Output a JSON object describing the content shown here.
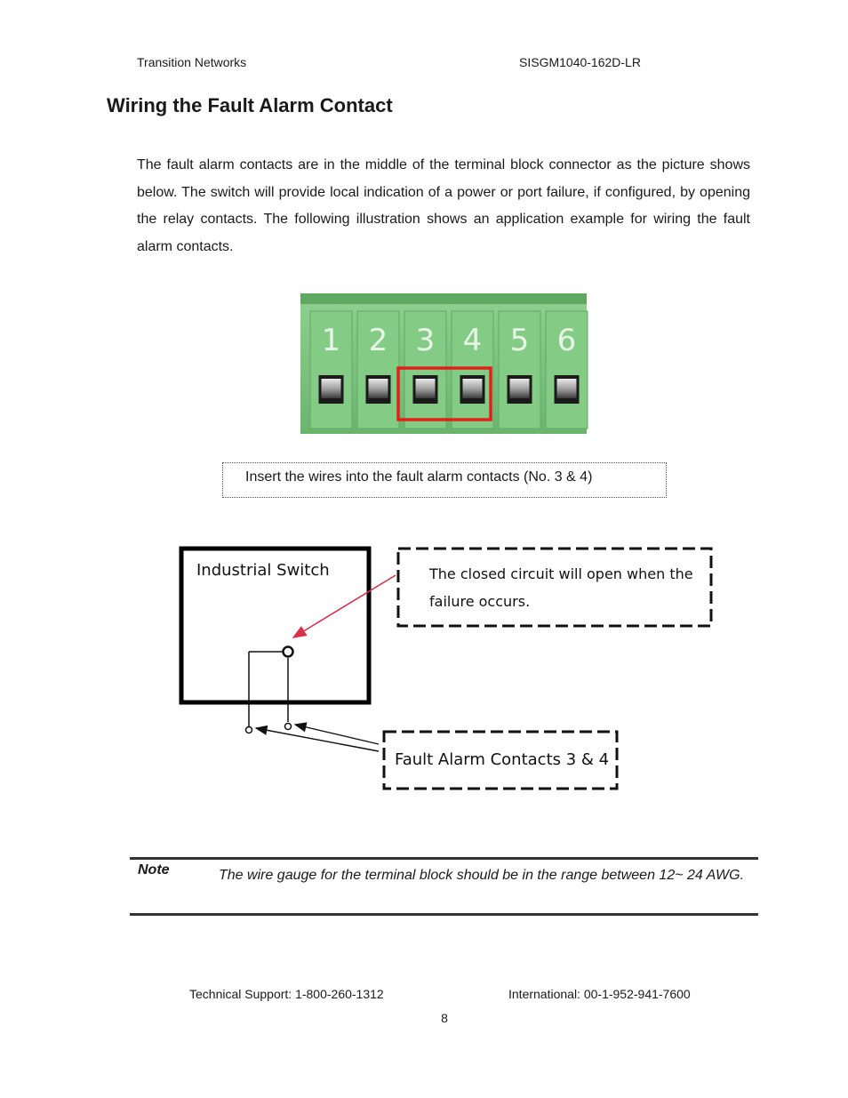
{
  "header": {
    "company": "Transition Networks",
    "model": "SISGM1040-162D-LR"
  },
  "section_title": "Wiring the Fault Alarm Contact",
  "body_paragraph": "The fault alarm contacts are in the middle of the terminal block connector as the picture shows below. The switch will provide local indication of a power or port failure, if configured, by opening the relay contacts.  The following illustration shows an application example for wiring the fault alarm contacts.",
  "terminal_block": {
    "pin_labels": [
      "1",
      "2",
      "3",
      "4",
      "5",
      "6"
    ],
    "highlight_color": "#e0211a",
    "body_color": "#7dc37f"
  },
  "caption": "Insert the wires into the fault alarm contacts (No. 3 & 4)",
  "diagram": {
    "switch_label": "Industrial Switch",
    "callout_line1": "The closed circuit will open when the",
    "callout_line2": "failure occurs.",
    "contacts_label": "Fault Alarm Contacts 3 & 4",
    "arrow_color": "#d9304a"
  },
  "note": {
    "label": "Note",
    "text": "The wire gauge for the terminal block should be in the range between 12~ 24 AWG."
  },
  "footer": {
    "support": "Technical Support: 1-800-260-1312",
    "international": "International: 00-1-952-941-7600",
    "page_number": "8"
  }
}
